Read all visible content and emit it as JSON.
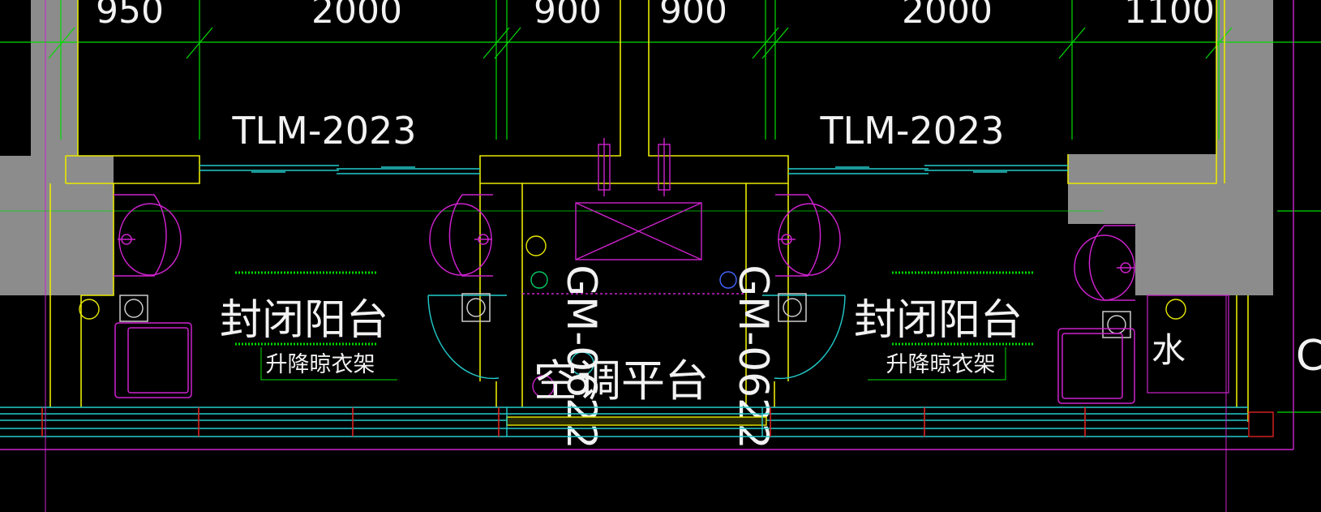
{
  "drawing": {
    "dimensions_top": [
      "950",
      "2000",
      "900",
      "900",
      "2000",
      "1100"
    ],
    "door_tag_left": "TLM-2023",
    "door_tag_right": "TLM-2023",
    "balcony_left": "封闭阳台",
    "balcony_right": "封闭阳台",
    "drying_rack_left": "升降晾衣架",
    "drying_rack_right": "升降晾衣架",
    "ac_platform": "空调平台",
    "window_tag_left": "GM-0622",
    "window_tag_right": "GM-0622",
    "water_label": "水",
    "edge_letter": "C"
  },
  "colors": {
    "background": "#000000",
    "dimension": "#00dd00",
    "wall_yellow": "#e8e800",
    "fill_gray": "#8c8c8c",
    "fixture_magenta": "#cc22cc",
    "cyan": "#22cccc",
    "red": "#dd2222",
    "white_text": "#f2f2f2"
  }
}
